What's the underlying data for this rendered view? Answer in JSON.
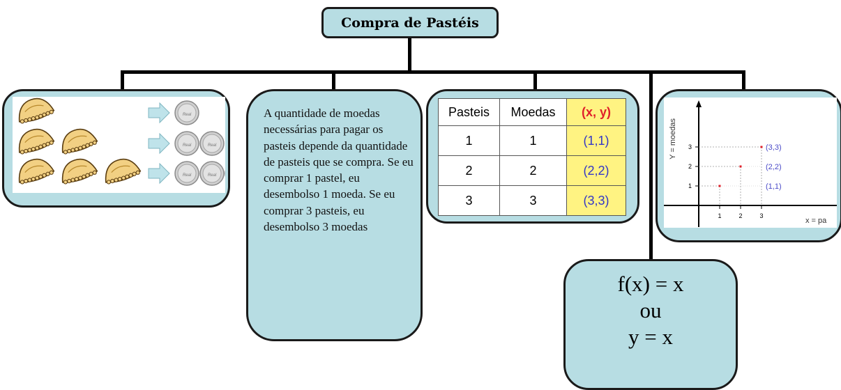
{
  "title": "Compra de Pastéis",
  "illustration": {
    "rows": [
      {
        "pasteis": 1,
        "moedas": 1
      },
      {
        "pasteis": 2,
        "moedas": 2
      },
      {
        "pasteis": 3,
        "moedas": 3
      }
    ],
    "coin_label": "Real",
    "icons": [
      "pastel-icon",
      "arrow-right-icon",
      "coin-icon"
    ]
  },
  "narrative": "A quantidade de moedas necessárias para pagar os pasteis depende da  quantidade de pasteis que se compra. Se eu comprar 1 pastel, eu desembolso 1 moeda. Se eu comprar 3 pasteis, eu desembolso 3 moedas",
  "table": {
    "headers": [
      "Pasteis",
      "Moedas",
      "(x, y)"
    ],
    "rows": [
      [
        "1",
        "1",
        "(1,1)"
      ],
      [
        "2",
        "2",
        "(2,2)"
      ],
      [
        "3",
        "3",
        "(3,3)"
      ]
    ]
  },
  "chart_data": {
    "type": "scatter",
    "x": [
      1,
      2,
      3
    ],
    "y": [
      1,
      2,
      3
    ],
    "point_labels": [
      "(1,1)",
      "(2,2)",
      "(3,3)"
    ],
    "xlabel": "x = pa",
    "ylabel": "Y = moedas",
    "xticks": [
      "1",
      "2",
      "3"
    ],
    "yticks": [
      "1",
      "2",
      "3"
    ],
    "grid": false
  },
  "formula": {
    "line1": "f(x) = x",
    "line2": "ou",
    "line3": "y = x"
  },
  "colors": {
    "box_fill": "#b7dde3",
    "pastel": "#f2d083",
    "arrow": "#bfe3ea",
    "coin": "#d0d0d0",
    "point": "#e0202a",
    "label": "#4a4ac8",
    "highlight": "#fff382"
  }
}
